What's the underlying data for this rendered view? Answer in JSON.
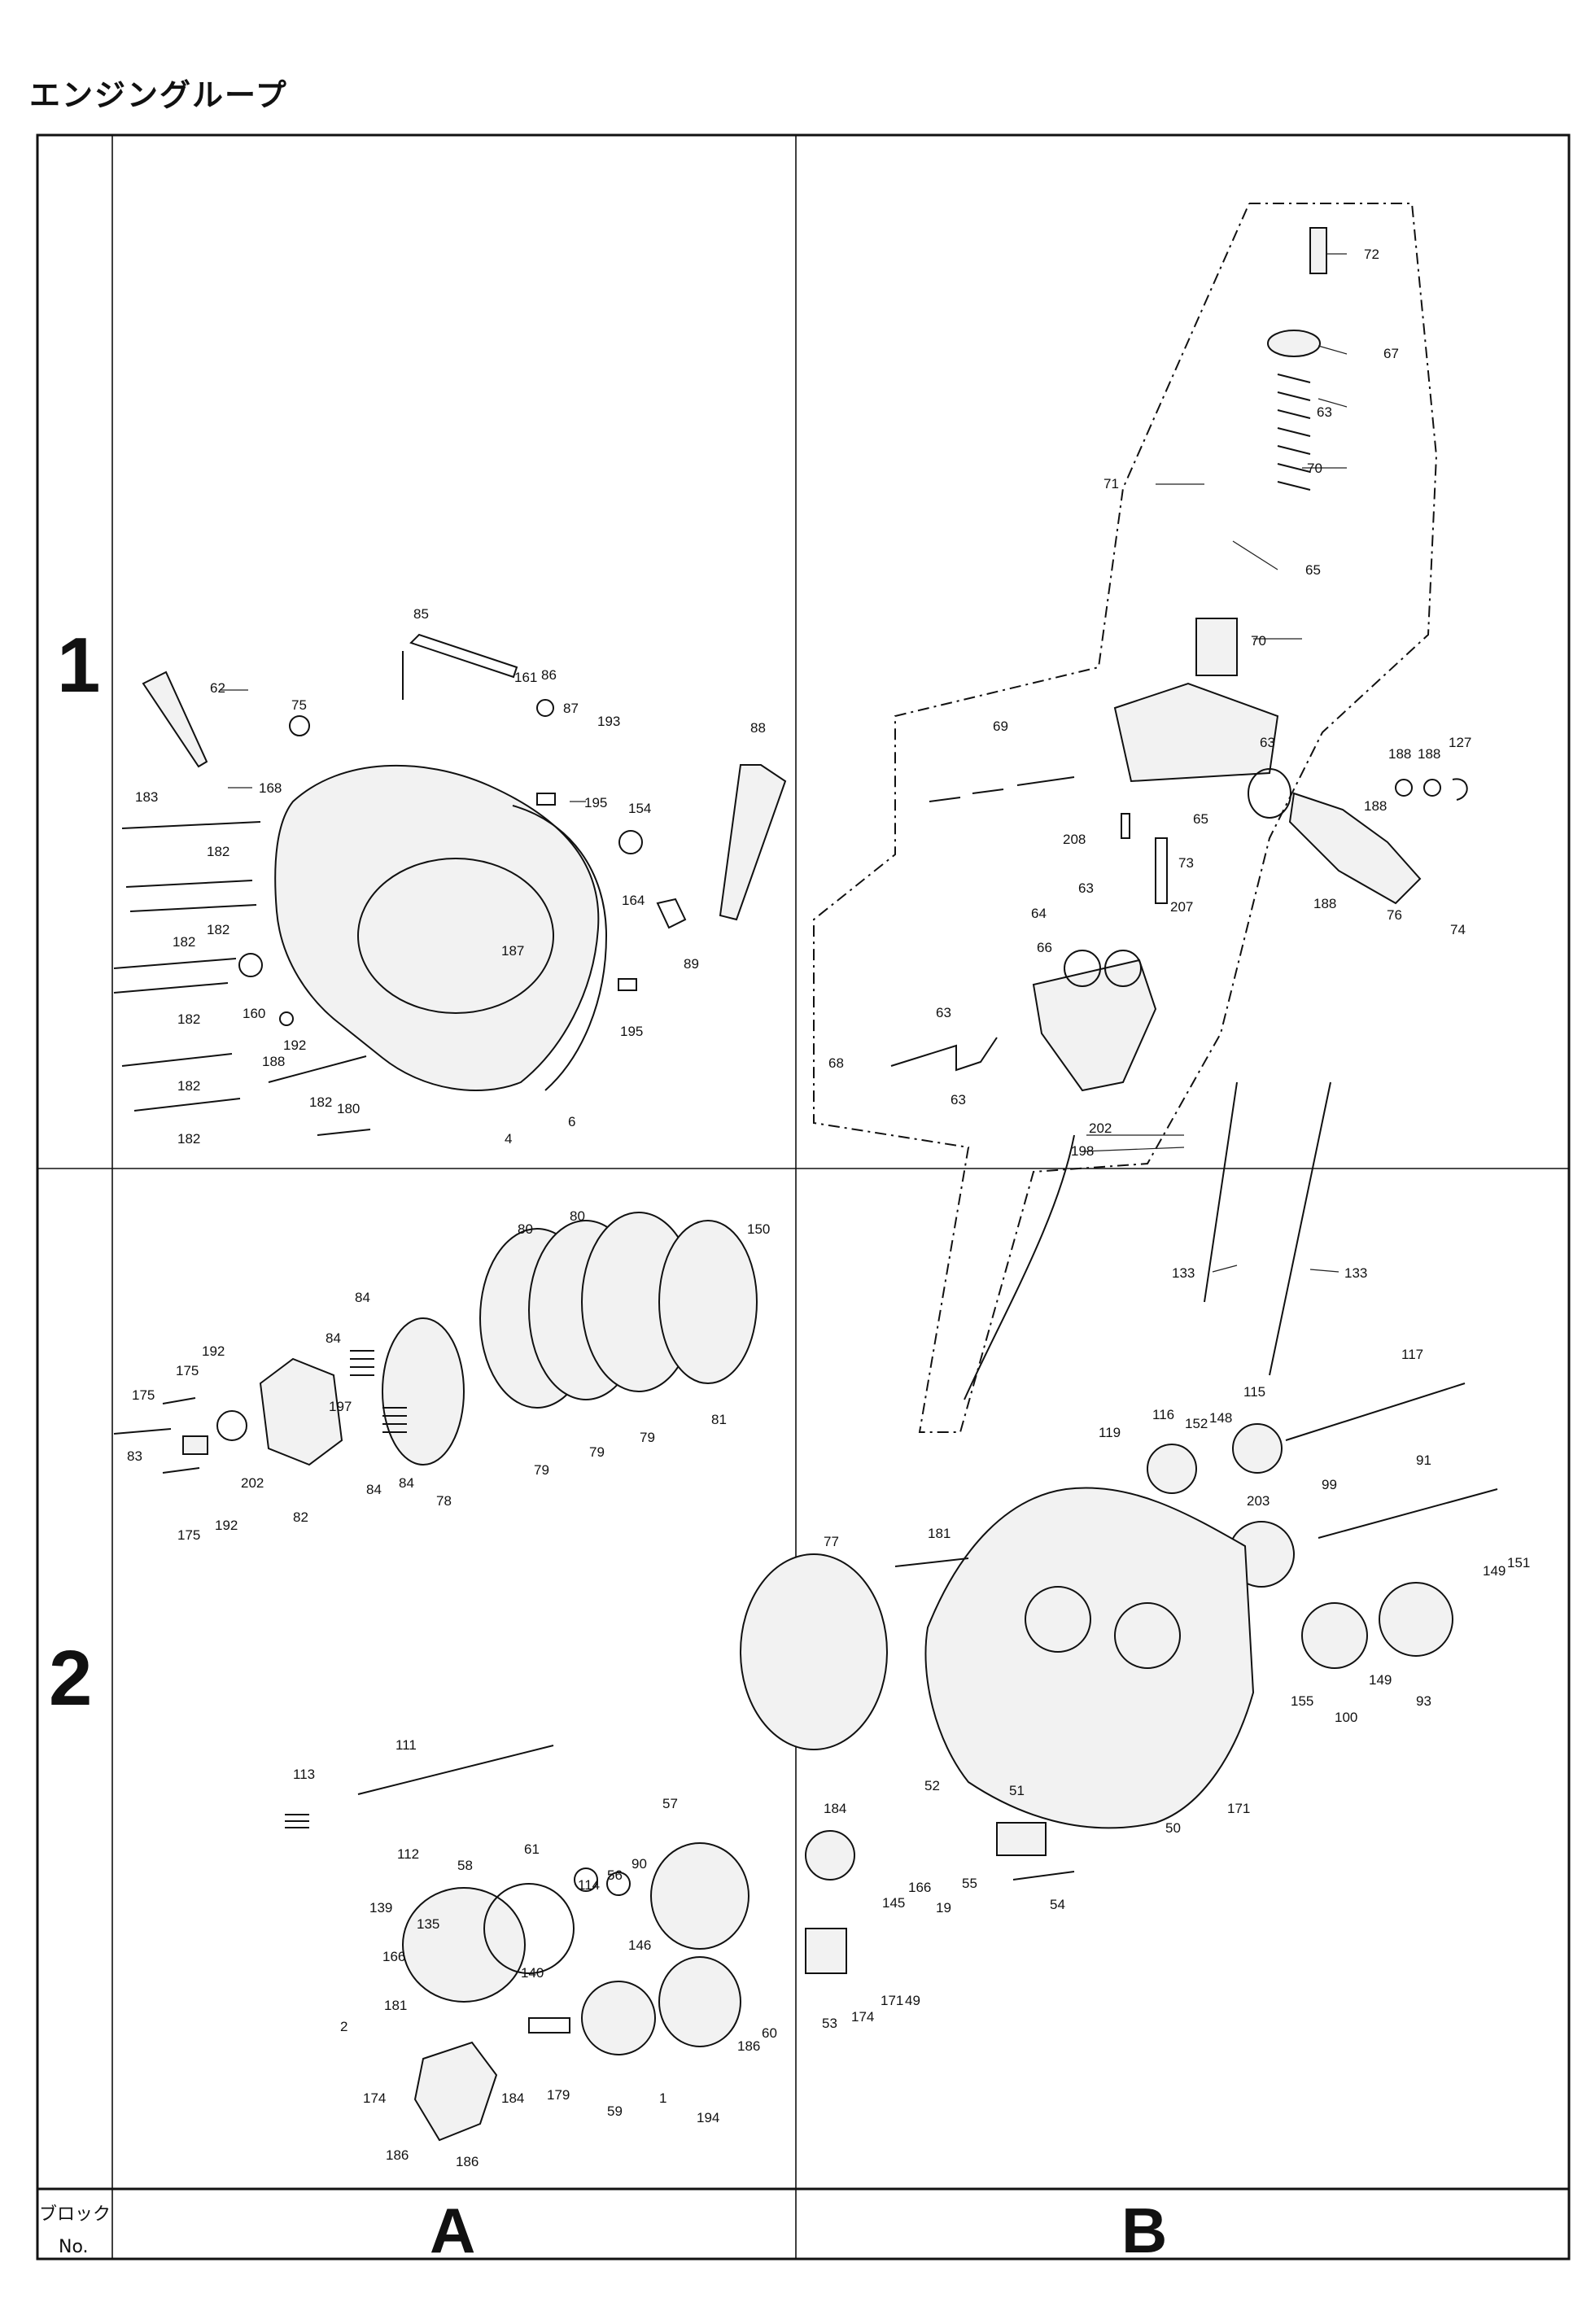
{
  "title": "エンジングループ",
  "grid": {
    "rows": [
      "1",
      "2"
    ],
    "columns": [
      "A",
      "B"
    ],
    "block_label_line1": "ブロック",
    "block_label_line2": "No."
  },
  "callouts": [
    {
      "id": "c85",
      "text": "85"
    },
    {
      "id": "c161",
      "text": "161"
    },
    {
      "id": "c86",
      "text": "86"
    },
    {
      "id": "c87",
      "text": "87"
    },
    {
      "id": "c62",
      "text": "62"
    },
    {
      "id": "c75",
      "text": "75"
    },
    {
      "id": "c193",
      "text": "193"
    },
    {
      "id": "c88",
      "text": "88"
    },
    {
      "id": "c168",
      "text": "168"
    },
    {
      "id": "c183",
      "text": "183"
    },
    {
      "id": "c195a",
      "text": "195"
    },
    {
      "id": "c154",
      "text": "154"
    },
    {
      "id": "c182a",
      "text": "182"
    },
    {
      "id": "c182b",
      "text": "182"
    },
    {
      "id": "c164",
      "text": "164"
    },
    {
      "id": "c187",
      "text": "187"
    },
    {
      "id": "c182c",
      "text": "182"
    },
    {
      "id": "c89",
      "text": "89"
    },
    {
      "id": "c160",
      "text": "160"
    },
    {
      "id": "c182d",
      "text": "182"
    },
    {
      "id": "c195b",
      "text": "195"
    },
    {
      "id": "c188a",
      "text": "188"
    },
    {
      "id": "c192a",
      "text": "192"
    },
    {
      "id": "c182e",
      "text": "182"
    },
    {
      "id": "c182f",
      "text": "182"
    },
    {
      "id": "c180",
      "text": "180"
    },
    {
      "id": "c4",
      "text": "4"
    },
    {
      "id": "c6",
      "text": "6"
    },
    {
      "id": "c182g",
      "text": "182"
    },
    {
      "id": "c72",
      "text": "72"
    },
    {
      "id": "c67",
      "text": "67"
    },
    {
      "id": "c63a",
      "text": "63"
    },
    {
      "id": "c71",
      "text": "71"
    },
    {
      "id": "c70a",
      "text": "70"
    },
    {
      "id": "c65a",
      "text": "65"
    },
    {
      "id": "c70b",
      "text": "70"
    },
    {
      "id": "c69",
      "text": "69"
    },
    {
      "id": "c63b",
      "text": "63"
    },
    {
      "id": "c188b",
      "text": "188"
    },
    {
      "id": "c188c",
      "text": "188"
    },
    {
      "id": "c127",
      "text": "127"
    },
    {
      "id": "c188d",
      "text": "188"
    },
    {
      "id": "c65b",
      "text": "65"
    },
    {
      "id": "c208",
      "text": "208"
    },
    {
      "id": "c73",
      "text": "73"
    },
    {
      "id": "c63c",
      "text": "63"
    },
    {
      "id": "c207",
      "text": "207"
    },
    {
      "id": "c64",
      "text": "64"
    },
    {
      "id": "c188e",
      "text": "188"
    },
    {
      "id": "c76",
      "text": "76"
    },
    {
      "id": "c74",
      "text": "74"
    },
    {
      "id": "c66",
      "text": "66"
    },
    {
      "id": "c63d",
      "text": "63"
    },
    {
      "id": "c68",
      "text": "68"
    },
    {
      "id": "c63e",
      "text": "63"
    },
    {
      "id": "c202a",
      "text": "202"
    },
    {
      "id": "c198",
      "text": "198"
    },
    {
      "id": "c80a",
      "text": "80"
    },
    {
      "id": "c80b",
      "text": "80"
    },
    {
      "id": "c150",
      "text": "150"
    },
    {
      "id": "c84a",
      "text": "84"
    },
    {
      "id": "c84b",
      "text": "84"
    },
    {
      "id": "c192b",
      "text": "192"
    },
    {
      "id": "c175a",
      "text": "175"
    },
    {
      "id": "c175b",
      "text": "175"
    },
    {
      "id": "c197",
      "text": "197"
    },
    {
      "id": "c83",
      "text": "83"
    },
    {
      "id": "c202b",
      "text": "202"
    },
    {
      "id": "c84c",
      "text": "84"
    },
    {
      "id": "c84d",
      "text": "84"
    },
    {
      "id": "c79a",
      "text": "79"
    },
    {
      "id": "c79b",
      "text": "79"
    },
    {
      "id": "c79c",
      "text": "79"
    },
    {
      "id": "c81",
      "text": "81"
    },
    {
      "id": "c175c",
      "text": "175"
    },
    {
      "id": "c192c",
      "text": "192"
    },
    {
      "id": "c82",
      "text": "82"
    },
    {
      "id": "c78",
      "text": "78"
    },
    {
      "id": "c133a",
      "text": "133"
    },
    {
      "id": "c133b",
      "text": "133"
    },
    {
      "id": "c117",
      "text": "117"
    },
    {
      "id": "c116",
      "text": "116"
    },
    {
      "id": "c152",
      "text": "152"
    },
    {
      "id": "c148",
      "text": "148"
    },
    {
      "id": "c115",
      "text": "115"
    },
    {
      "id": "c119",
      "text": "119"
    },
    {
      "id": "c91",
      "text": "91"
    },
    {
      "id": "c99",
      "text": "99"
    },
    {
      "id": "c203",
      "text": "203"
    },
    {
      "id": "c181a",
      "text": "181"
    },
    {
      "id": "c77",
      "text": "77"
    },
    {
      "id": "c149a",
      "text": "149"
    },
    {
      "id": "c151",
      "text": "151"
    },
    {
      "id": "c155",
      "text": "155"
    },
    {
      "id": "c100",
      "text": "100"
    },
    {
      "id": "c149b",
      "text": "149"
    },
    {
      "id": "c93",
      "text": "93"
    },
    {
      "id": "c111",
      "text": "111"
    },
    {
      "id": "c113",
      "text": "113"
    },
    {
      "id": "c112",
      "text": "112"
    },
    {
      "id": "c58",
      "text": "58"
    },
    {
      "id": "c61",
      "text": "61"
    },
    {
      "id": "c57",
      "text": "57"
    },
    {
      "id": "c114",
      "text": "114"
    },
    {
      "id": "c56",
      "text": "56"
    },
    {
      "id": "c90",
      "text": "90"
    },
    {
      "id": "c139",
      "text": "139"
    },
    {
      "id": "c135",
      "text": "135"
    },
    {
      "id": "c146",
      "text": "146"
    },
    {
      "id": "c166a",
      "text": "166"
    },
    {
      "id": "c140",
      "text": "140"
    },
    {
      "id": "c181b",
      "text": "181"
    },
    {
      "id": "c2",
      "text": "2"
    },
    {
      "id": "c186a",
      "text": "186"
    },
    {
      "id": "c60",
      "text": "60"
    },
    {
      "id": "c174a",
      "text": "174"
    },
    {
      "id": "c184a",
      "text": "184"
    },
    {
      "id": "c179",
      "text": "179"
    },
    {
      "id": "c1",
      "text": "1"
    },
    {
      "id": "c59",
      "text": "59"
    },
    {
      "id": "c194",
      "text": "194"
    },
    {
      "id": "c186b",
      "text": "186"
    },
    {
      "id": "c186c",
      "text": "186"
    },
    {
      "id": "c52",
      "text": "52"
    },
    {
      "id": "c51",
      "text": "51"
    },
    {
      "id": "c184b",
      "text": "184"
    },
    {
      "id": "c166b",
      "text": "166"
    },
    {
      "id": "c55",
      "text": "55"
    },
    {
      "id": "c54",
      "text": "54"
    },
    {
      "id": "c171a",
      "text": "171"
    },
    {
      "id": "c145",
      "text": "145"
    },
    {
      "id": "c19",
      "text": "19"
    },
    {
      "id": "c50",
      "text": "50"
    },
    {
      "id": "c53",
      "text": "53"
    },
    {
      "id": "c174b",
      "text": "174"
    },
    {
      "id": "c171b",
      "text": "171"
    },
    {
      "id": "c49",
      "text": "49"
    }
  ]
}
